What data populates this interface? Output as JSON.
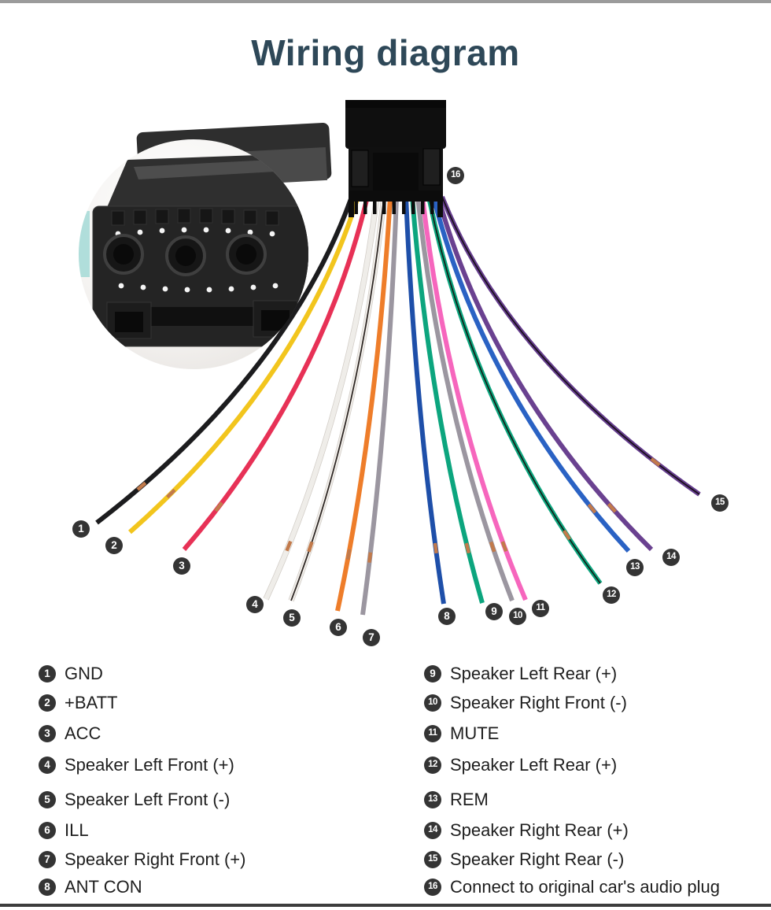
{
  "title": {
    "text": "Wiring diagram",
    "color": "#2e4858"
  },
  "frame": {
    "background": "#ffffff",
    "top_bar_color": "#9b9b9b",
    "bottom_bar_color": "#3d3d3d"
  },
  "badge_style": {
    "bg": "#343434",
    "fg": "#ffffff"
  },
  "copper_color": "#c27a4b",
  "connector": {
    "badge": "16",
    "label": "Connect to original car's audio plug",
    "body_color": "#0f0f0f"
  },
  "wires": [
    {
      "num": "1",
      "label": "GND",
      "color": "#1c1c1e",
      "stripe": null
    },
    {
      "num": "2",
      "label": "+BATT",
      "color": "#f2c51d",
      "stripe": null
    },
    {
      "num": "3",
      "label": "ACC",
      "color": "#e73156",
      "stripe": null
    },
    {
      "num": "4",
      "label": "Speaker Left Front (+)",
      "color": "#efede9",
      "stripe": null
    },
    {
      "num": "5",
      "label": "Speaker Left Front (-)",
      "color": "#f0ede9",
      "stripe": "#2a2320"
    },
    {
      "num": "6",
      "label": "ILL",
      "color": "#ee7d2a",
      "stripe": null
    },
    {
      "num": "7",
      "label": "Speaker Right Front (+)",
      "color": "#9b96a0",
      "stripe": null
    },
    {
      "num": "8",
      "label": "ANT CON",
      "color": "#1e4fa9",
      "stripe": null
    },
    {
      "num": "9",
      "label": "Speaker Left Rear (+)",
      "color": "#0ca57e",
      "stripe": null
    },
    {
      "num": "10",
      "label": "Speaker Right Front (-)",
      "color": "#9b96a0",
      "stripe": null
    },
    {
      "num": "11",
      "label": "MUTE",
      "color": "#f666bd",
      "stripe": null
    },
    {
      "num": "12",
      "label": "Speaker Left Rear (+)",
      "color": "#0ca57e",
      "stripe": "#132018"
    },
    {
      "num": "13",
      "label": "REM",
      "color": "#2a62c4",
      "stripe": null
    },
    {
      "num": "14",
      "label": "Speaker Right Rear (+)",
      "color": "#6a4190",
      "stripe": null
    },
    {
      "num": "15",
      "label": "Speaker Right Rear (-)",
      "color": "#643c8c",
      "stripe": "#191019"
    }
  ]
}
